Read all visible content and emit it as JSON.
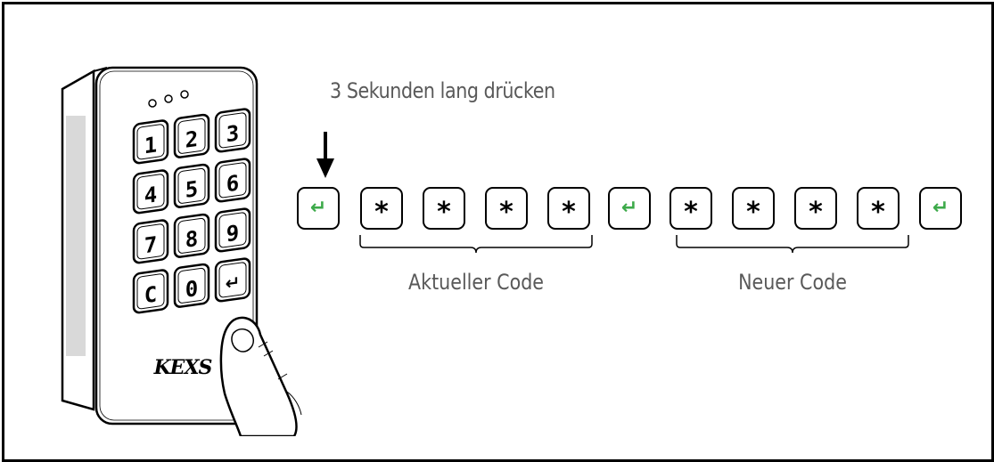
{
  "instruction_text": "3 Sekunden lang drücken",
  "device": {
    "brand": "KEXS",
    "keys": [
      "1",
      "2",
      "3",
      "4",
      "5",
      "6",
      "7",
      "8",
      "9",
      "C",
      "0",
      "↵"
    ]
  },
  "sequence": {
    "enter_symbol": "↵",
    "code_mask_char": "*",
    "current_code_label": "Aktueller Code",
    "new_code_label": "Neuer Code"
  },
  "colors": {
    "enter_accent": "#3daa4a",
    "label_gray": "#595959",
    "outline": "#000000"
  }
}
